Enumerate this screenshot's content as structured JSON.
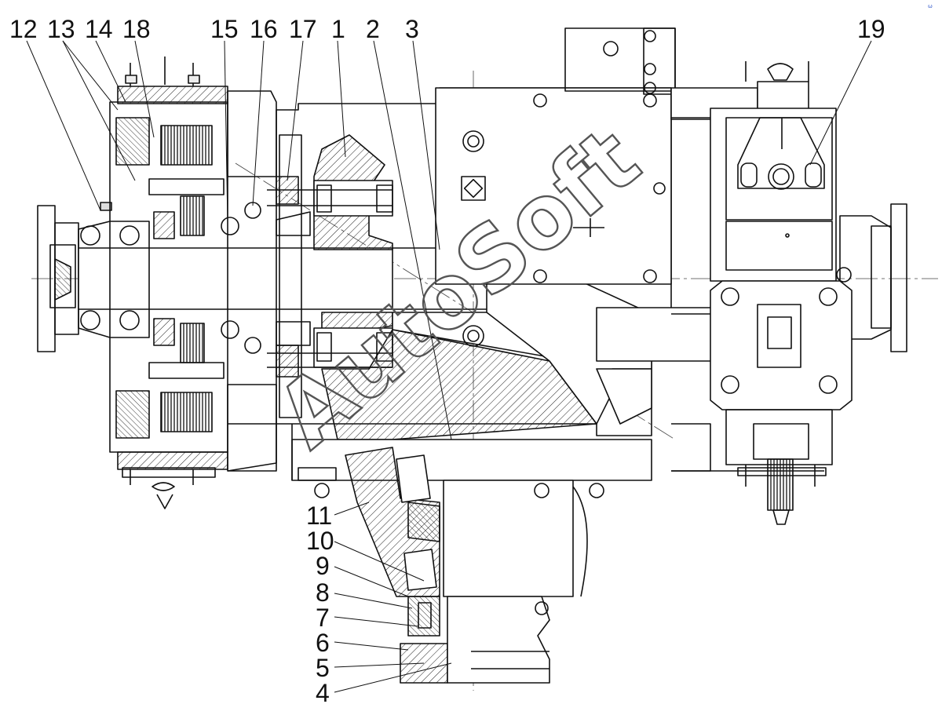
{
  "watermark": "AutoSoft",
  "brand_mark": "ω",
  "callouts": [
    "12",
    "13",
    "14",
    "18",
    "15",
    "16",
    "17",
    "1",
    "2",
    "3",
    "19",
    "11",
    "10",
    "9",
    "8",
    "7",
    "6",
    "5",
    "4"
  ]
}
